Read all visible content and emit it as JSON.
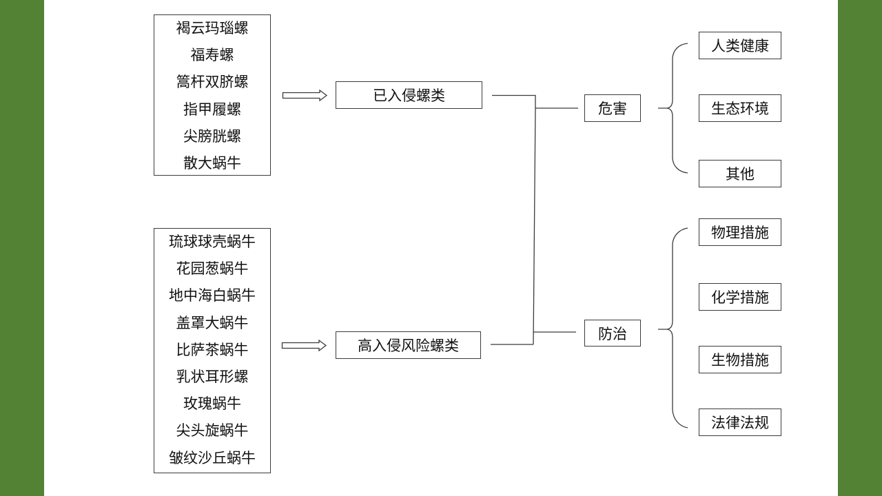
{
  "colors": {
    "side_band": "#548235",
    "line": "#3a3a3a"
  },
  "species_lists": {
    "invaded": [
      "褐云玛瑙螺",
      "福寿螺",
      "篙杆双脐螺",
      "指甲履螺",
      "尖膀胱螺",
      "散大蜗牛"
    ],
    "high_risk": [
      "琉球球壳蜗牛",
      "花园葱蜗牛",
      "地中海白蜗牛",
      "盖罩大蜗牛",
      "比萨茶蜗牛",
      "乳状耳形螺",
      "玫瑰蜗牛",
      "尖头旋蜗牛",
      "皱纹沙丘蜗牛"
    ]
  },
  "categories": {
    "invaded": "已入侵螺类",
    "high_risk": "高入侵风险螺类"
  },
  "aspects": {
    "harm": {
      "label": "危害",
      "items": [
        "人类健康",
        "生态环境",
        "其他"
      ]
    },
    "control": {
      "label": "防治",
      "items": [
        "物理措施",
        "化学措施",
        "生物措施",
        "法律法规"
      ]
    }
  }
}
